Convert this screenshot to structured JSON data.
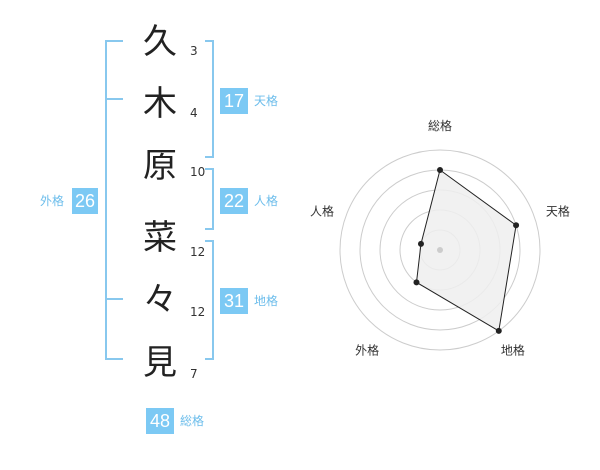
{
  "name_chars": [
    {
      "char": "久",
      "strokes": "3"
    },
    {
      "char": "木",
      "strokes": "4"
    },
    {
      "char": "原",
      "strokes": "10"
    },
    {
      "char": "菜",
      "strokes": "12"
    },
    {
      "char": "々",
      "strokes": "12"
    },
    {
      "char": "見",
      "strokes": "7"
    }
  ],
  "kakusu": {
    "tenkaku": {
      "value": "17",
      "label": "天格"
    },
    "jinkaku": {
      "value": "22",
      "label": "人格"
    },
    "chikaku": {
      "value": "31",
      "label": "地格"
    },
    "gaikaku": {
      "value": "26",
      "label": "外格"
    },
    "soukaku": {
      "value": "48",
      "label": "総格"
    }
  },
  "colors": {
    "accent": "#7cc9f4",
    "bracket": "#88c8ee",
    "radar_fill": "#eeeeee"
  },
  "chart_data": {
    "type": "radar",
    "axes": [
      "総格",
      "天格",
      "地格",
      "外格",
      "人格"
    ],
    "values": [
      4,
      4,
      5,
      2,
      1
    ],
    "rmax": 5,
    "rings": 5
  }
}
